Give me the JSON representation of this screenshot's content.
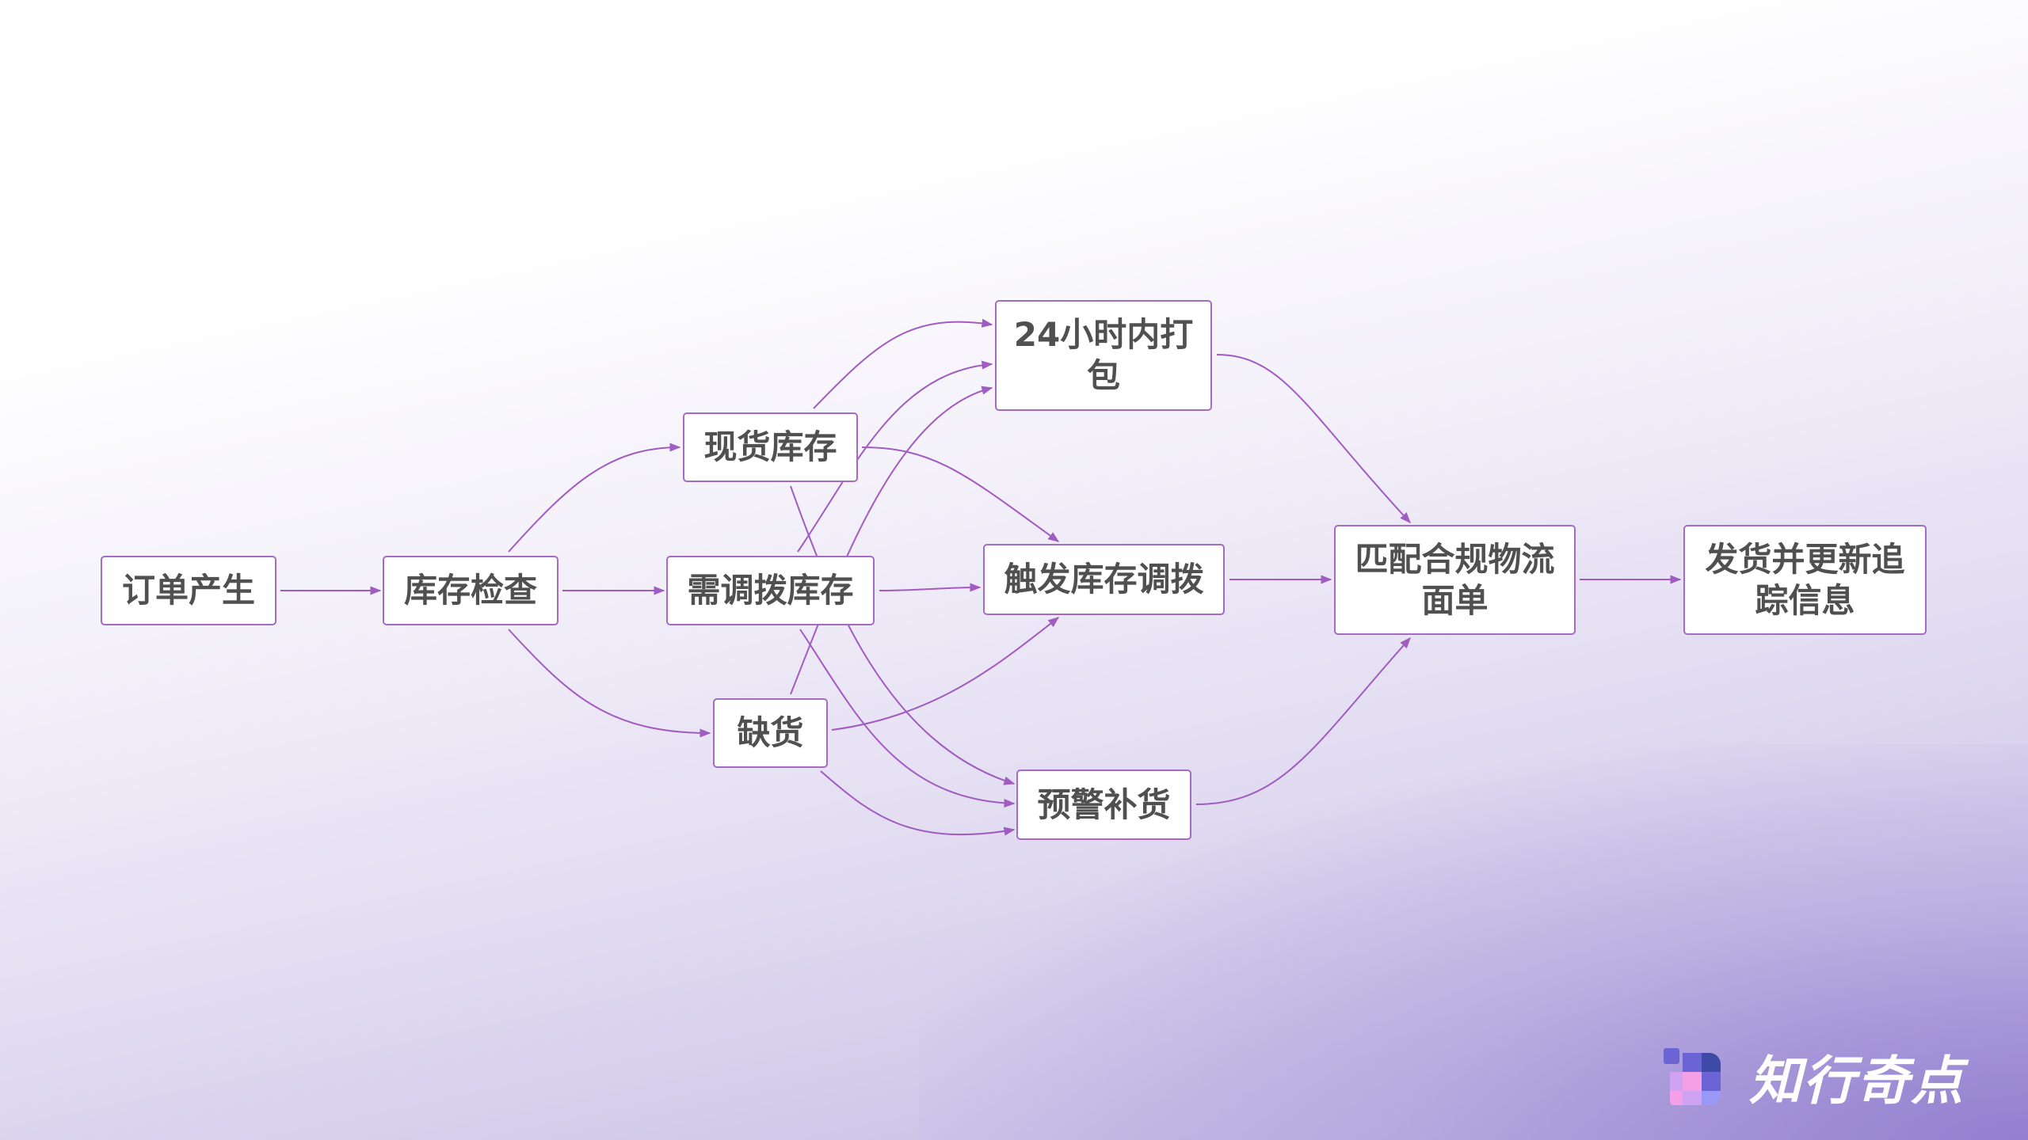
{
  "diagram": {
    "type": "flowchart",
    "direction": "left-to-right",
    "nodes": [
      {
        "id": "order",
        "label": "订单产生"
      },
      {
        "id": "check",
        "label": "库存检查"
      },
      {
        "id": "instock",
        "label": "现货库存"
      },
      {
        "id": "transfer_needed",
        "label": "需调拨库存"
      },
      {
        "id": "outofstock",
        "label": "缺货"
      },
      {
        "id": "pack24",
        "label": "24小时内打包"
      },
      {
        "id": "trigger_transfer",
        "label": "触发库存调拨"
      },
      {
        "id": "restock_alert",
        "label": "预警补货"
      },
      {
        "id": "match_waybill",
        "label": "匹配合规物流面单"
      },
      {
        "id": "ship_update",
        "label": "发货并更新追踪信息"
      }
    ],
    "edges": [
      {
        "from": "order",
        "to": "check"
      },
      {
        "from": "check",
        "to": "instock"
      },
      {
        "from": "check",
        "to": "transfer_needed"
      },
      {
        "from": "check",
        "to": "outofstock"
      },
      {
        "from": "instock",
        "to": "pack24"
      },
      {
        "from": "instock",
        "to": "trigger_transfer"
      },
      {
        "from": "instock",
        "to": "restock_alert"
      },
      {
        "from": "transfer_needed",
        "to": "pack24"
      },
      {
        "from": "transfer_needed",
        "to": "trigger_transfer"
      },
      {
        "from": "transfer_needed",
        "to": "restock_alert"
      },
      {
        "from": "outofstock",
        "to": "pack24"
      },
      {
        "from": "outofstock",
        "to": "trigger_transfer"
      },
      {
        "from": "outofstock",
        "to": "restock_alert"
      },
      {
        "from": "pack24",
        "to": "match_waybill"
      },
      {
        "from": "trigger_transfer",
        "to": "match_waybill"
      },
      {
        "from": "restock_alert",
        "to": "match_waybill"
      },
      {
        "from": "match_waybill",
        "to": "ship_update"
      }
    ]
  },
  "colors": {
    "node_border": "#a46ac4",
    "edge": "#a05cc0",
    "node_text": "#505050",
    "node_fill": "#ffffff"
  },
  "brand": {
    "name": "知行奇点"
  }
}
